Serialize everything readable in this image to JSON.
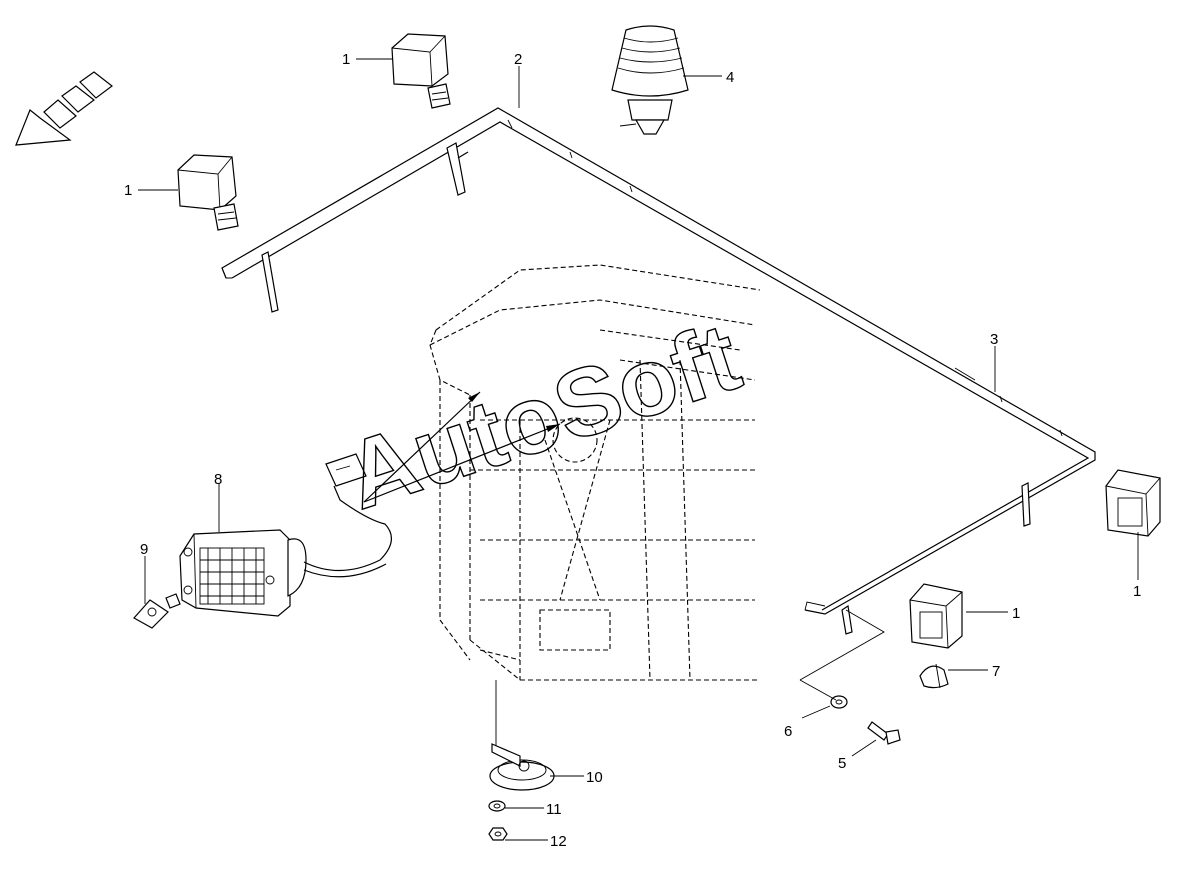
{
  "diagram": {
    "watermark": "AutoSoft",
    "callouts": [
      {
        "id": "c1a",
        "label": "1"
      },
      {
        "id": "c1b",
        "label": "1"
      },
      {
        "id": "c1c",
        "label": "1"
      },
      {
        "id": "c1d",
        "label": "1"
      },
      {
        "id": "c2",
        "label": "2"
      },
      {
        "id": "c3",
        "label": "3"
      },
      {
        "id": "c4",
        "label": "4"
      },
      {
        "id": "c5",
        "label": "5"
      },
      {
        "id": "c6",
        "label": "6"
      },
      {
        "id": "c7",
        "label": "7"
      },
      {
        "id": "c8",
        "label": "8"
      },
      {
        "id": "c9",
        "label": "9"
      },
      {
        "id": "c10",
        "label": "10"
      },
      {
        "id": "c11",
        "label": "11"
      },
      {
        "id": "c12",
        "label": "12"
      }
    ]
  }
}
